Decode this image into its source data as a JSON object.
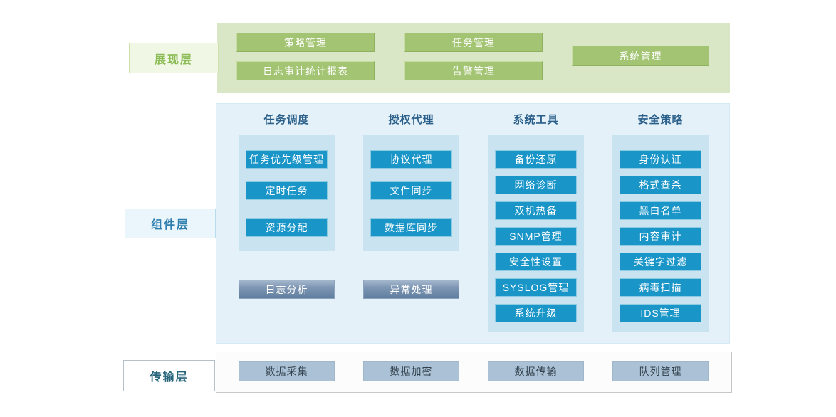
{
  "palette": {
    "green_panel_bg": "#d9e7c6",
    "green_label_bg": "#f0f7e4",
    "green_label_text": "#8bbb55",
    "green_node_bg": "#a3c573",
    "blue_panel_bg": "#e4f1f9",
    "blue_column_bg": "#c9e3f1",
    "blue_node_bg": "#1a95c8",
    "column_header_text": "#2a5f8a",
    "component_label_text": "#2f7fae",
    "dark_node_gradient_top": "#a3b6cc",
    "dark_node_gradient_bottom": "#607e9f",
    "transport_node_bg": "#abc2d6",
    "transport_label_text": "#27657b",
    "node_text_light": "#ffffff",
    "transport_node_text": "#33424e"
  },
  "layers": {
    "presentation": {
      "label": "展现层",
      "items": [
        "策略管理",
        "任务管理",
        "日志审计统计报表",
        "告警管理",
        "系统管理"
      ]
    },
    "component": {
      "label": "组件层",
      "columns": [
        {
          "title": "任务调度",
          "items": [
            "任务优先级管理",
            "定时任务",
            "资源分配"
          ],
          "footer": "日志分析"
        },
        {
          "title": "授权代理",
          "items": [
            "协议代理",
            "文件同步",
            "数据库同步"
          ],
          "footer": "异常处理"
        },
        {
          "title": "系统工具",
          "items": [
            "备份还原",
            "网络诊断",
            "双机热备",
            "SNMP管理",
            "安全性设置",
            "SYSLOG管理",
            "系统升级"
          ]
        },
        {
          "title": "安全策略",
          "items": [
            "身份认证",
            "格式查杀",
            "黑白名单",
            "内容审计",
            "关键字过滤",
            "病毒扫描",
            "IDS管理"
          ]
        }
      ]
    },
    "transport": {
      "label": "传输层",
      "items": [
        "数据采集",
        "数据加密",
        "数据传输",
        "队列管理"
      ]
    }
  }
}
